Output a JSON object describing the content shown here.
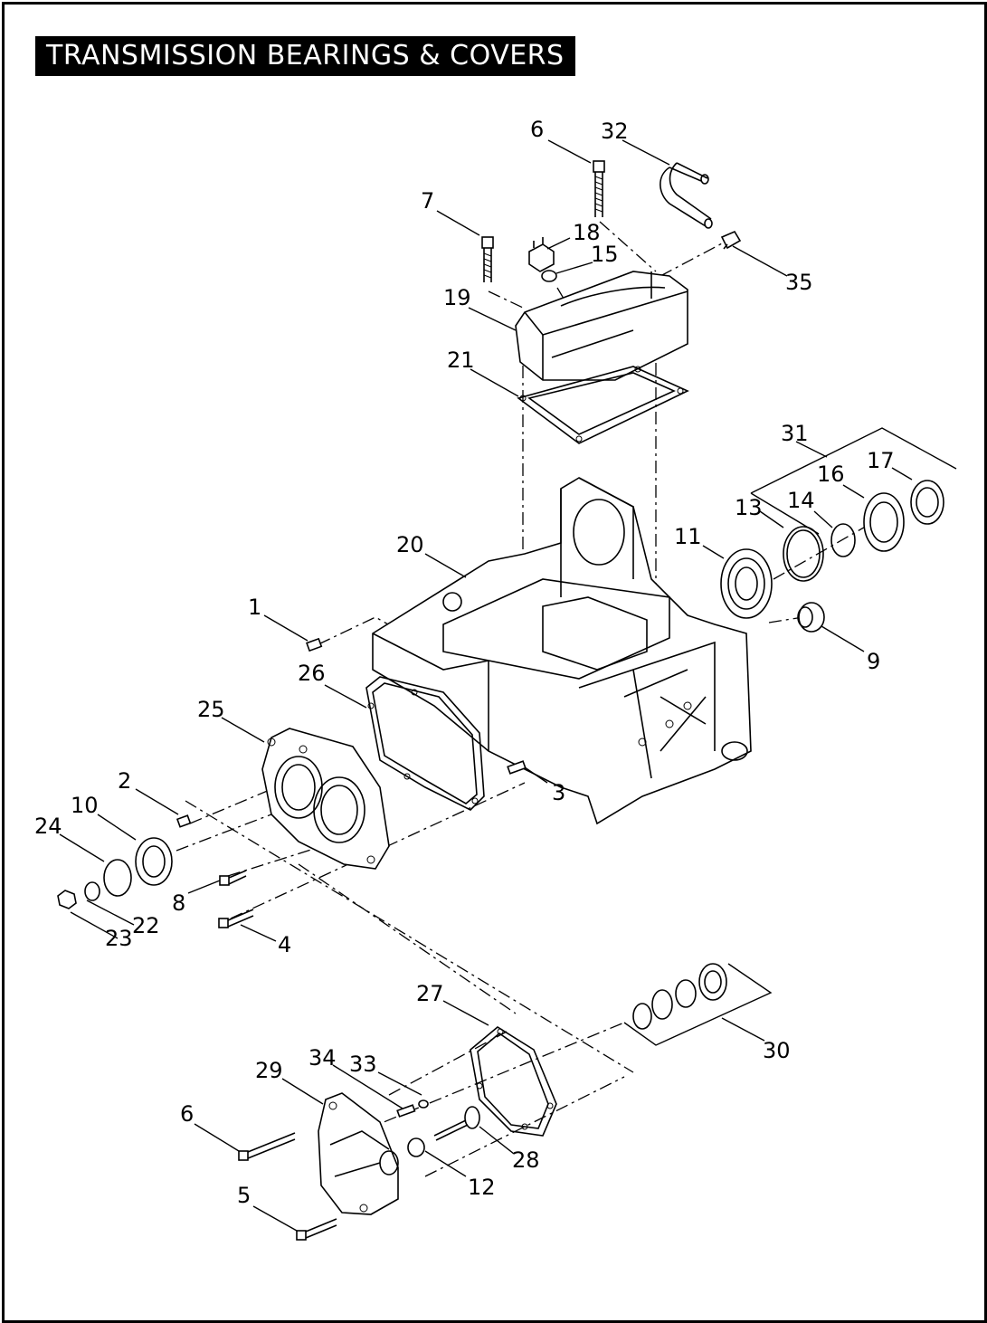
{
  "title": "TRANSMISSION BEARINGS & COVERS",
  "callouts": [
    "1",
    "2",
    "3",
    "4",
    "5",
    "6",
    "6",
    "7",
    "8",
    "9",
    "10",
    "11",
    "12",
    "13",
    "14",
    "15",
    "16",
    "17",
    "18",
    "19",
    "20",
    "21",
    "22",
    "23",
    "24",
    "25",
    "26",
    "27",
    "28",
    "29",
    "30",
    "31",
    "32",
    "33",
    "34",
    "35"
  ],
  "colors": {
    "ink": "#000000",
    "paper": "#ffffff"
  }
}
